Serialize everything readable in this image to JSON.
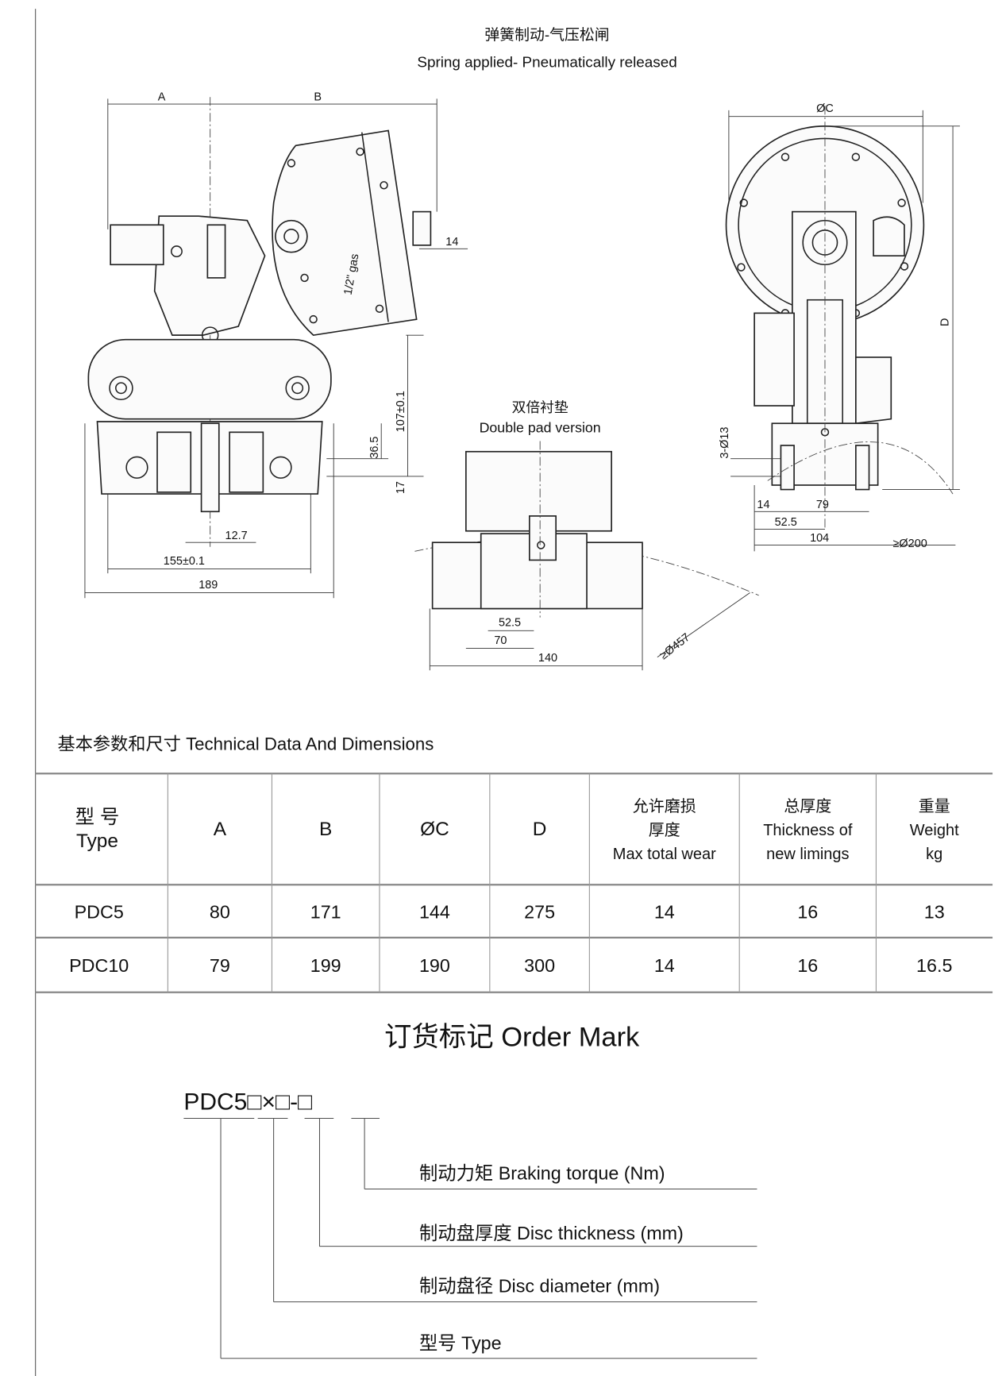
{
  "header": {
    "title_cn": "弹簧制动-气压松闸",
    "title_en": "Spring applied- Pneumatically released"
  },
  "side_view": {
    "dims": {
      "A": "A",
      "B": "B",
      "port_offset": "14",
      "port": "1/2\" gas",
      "height": "107±0.1",
      "pad_height": "36.5",
      "base": "17",
      "gap": "12.7",
      "bolt_spacing": "155±0.1",
      "width": "189"
    }
  },
  "double_pad": {
    "title_cn": "双倍衬垫",
    "title_en": "Double pad version",
    "dims": {
      "d1": "52.5",
      "d2": "70",
      "d3": "140",
      "disc": "≥Ø457"
    }
  },
  "front_view": {
    "dims": {
      "C": "ØC",
      "D": "D",
      "holes": "3-Ø13",
      "d14": "14",
      "d79": "79",
      "d52": "52.5",
      "d104": "104",
      "disc": "≥Ø200"
    }
  },
  "table": {
    "heading": "基本参数和尺寸  Technical Data And Dimensions",
    "headers": [
      {
        "lines": [
          "型  号",
          "Type"
        ]
      },
      {
        "lines": [
          "A"
        ]
      },
      {
        "lines": [
          "B"
        ]
      },
      {
        "lines": [
          "ØC"
        ]
      },
      {
        "lines": [
          "D"
        ]
      },
      {
        "lines": [
          "允许磨损",
          "厚度",
          "Max total wear"
        ]
      },
      {
        "lines": [
          "总厚度",
          "Thickness of",
          "new limings"
        ]
      },
      {
        "lines": [
          "重量",
          "Weight",
          "kg"
        ]
      }
    ],
    "rows": [
      [
        "PDC5",
        "80",
        "171",
        "144",
        "275",
        "14",
        "16",
        "13"
      ],
      [
        "PDC10",
        "79",
        "199",
        "190",
        "300",
        "14",
        "16",
        "16.5"
      ]
    ]
  },
  "order_mark": {
    "title": "订货标记 Order Mark",
    "code": "PDC5□×□-□",
    "items": [
      "制动力矩 Braking torque (Nm)",
      "制动盘厚度  Disc thickness (mm)",
      "制动盘径  Disc diameter (mm)",
      "型号 Type"
    ]
  }
}
